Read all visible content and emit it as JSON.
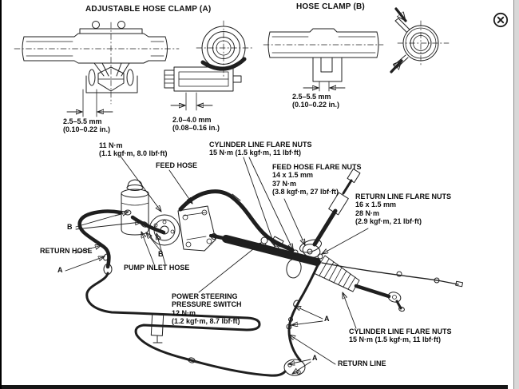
{
  "window": {
    "icons": {
      "close": "circle-x-icon"
    }
  },
  "detail_drawings": {
    "adjustable_clamp_a": {
      "title": "ADJUSTABLE HOSE CLAMP (A)",
      "side_view_dimension": "2.5–5.5 mm\n(0.10–0.22 in.)",
      "screw_view_dimension": "2.0–4.0 mm\n(0.08–0.16 in.)"
    },
    "hose_clamp_b": {
      "title": "HOSE CLAMP (B)",
      "dimension": "2.5–5.5 mm\n(0.10–0.22 in.)"
    }
  },
  "labels": {
    "pump_fitting_torque": "11 N·m\n(1.1 kgf·m, 8.0 lbf·ft)",
    "feed_hose": "FEED HOSE",
    "cylinder_line_flare_nuts_top": "CYLINDER LINE FLARE NUTS\n15 N·m (1.5 kgf·m, 11 lbf·ft)",
    "feed_hose_flare_nuts": "FEED HOSE FLARE NUTS\n14 x 1.5 mm\n37 N·m\n(3.8 kgf·m, 27 lbf·ft)",
    "return_line_flare_nuts": "RETURN LINE FLARE NUTS\n16 x 1.5 mm\n28 N·m\n(2.9 kgf·m, 21 lbf·ft)",
    "clamp_b_left": "B",
    "return_hose": "RETURN HOSE",
    "clamp_a_left": "A",
    "clamp_b_mid": "B",
    "pump_inlet_hose": "PUMP INLET HOSE",
    "power_steering_pressure_switch": "POWER STEERING\nPRESSURE SWITCH\n12 N·m\n(1.2 kgf·m, 8.7 lbf·ft)",
    "clamp_a_right": "A",
    "cylinder_line_flare_nuts_bottom": "CYLINDER LINE FLARE NUTS\n15 N·m (1.5 kgf·m, 11 lbf·ft)",
    "clamp_a_bottom": "A",
    "return_line": "RETURN LINE"
  },
  "colors": {
    "line_art": "#1f1f1f",
    "text": "#0d0d0d",
    "background": "#ffffff",
    "scrollbar": "#d8d8d8"
  }
}
